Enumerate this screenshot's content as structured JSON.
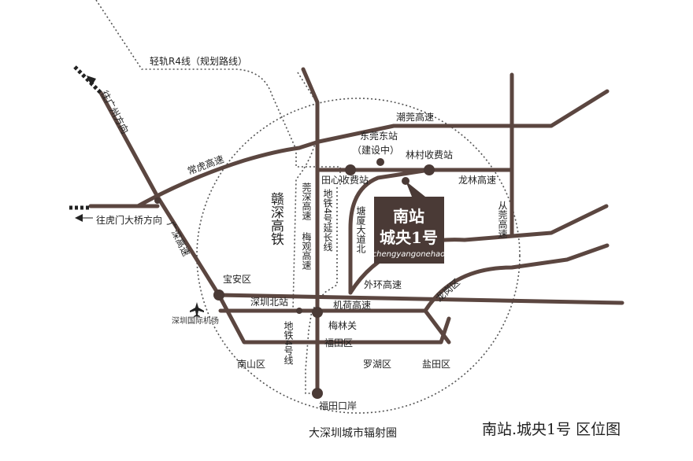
{
  "caption": "南站.城央1号 区位图",
  "radius_label": "大深圳城市辐射圈",
  "project": {
    "name_line1": "南站",
    "name_line2": "城央1号",
    "pinyin": "chengyangonehao"
  },
  "labels": {
    "light_rail": "轻轨R4线（规划路线）",
    "to_guangzhou": "往广州方向",
    "to_humen": "往虎门大桥方向",
    "changhu": "常虎高速",
    "chaoguan": "潮莞高速",
    "dongguan_east": "东莞东站",
    "under_construction": "（建设中）",
    "lincun_toll": "林村收费站",
    "tianxin_toll": "田心收费站",
    "longlin": "龙林高速",
    "conguan": "从莞高速",
    "tangxia_north": "塘厦大道北",
    "ganshen": "赣深高铁",
    "guanshen": "莞深高速",
    "metro4_ext": "地铁4号延长线",
    "meiguan": "梅观高速",
    "guangshen": "广深高速",
    "baoan": "宝安区",
    "shenzhen_north": "深圳北站",
    "jihe": "机荷高速",
    "outer_ring": "外环高速",
    "longgang": "龙岗区",
    "airport": "深圳国际机场",
    "meilin": "梅林关",
    "futian": "福田区",
    "metro4": "地铁4号线",
    "nanshan": "南山区",
    "luohu": "罗湖区",
    "yantian": "盐田区",
    "futian_port": "福田口岸"
  },
  "colors": {
    "road": "#5b4640",
    "node": "#4a3a36",
    "dotted": "#555555",
    "brand_bg": "#4a3a36"
  }
}
